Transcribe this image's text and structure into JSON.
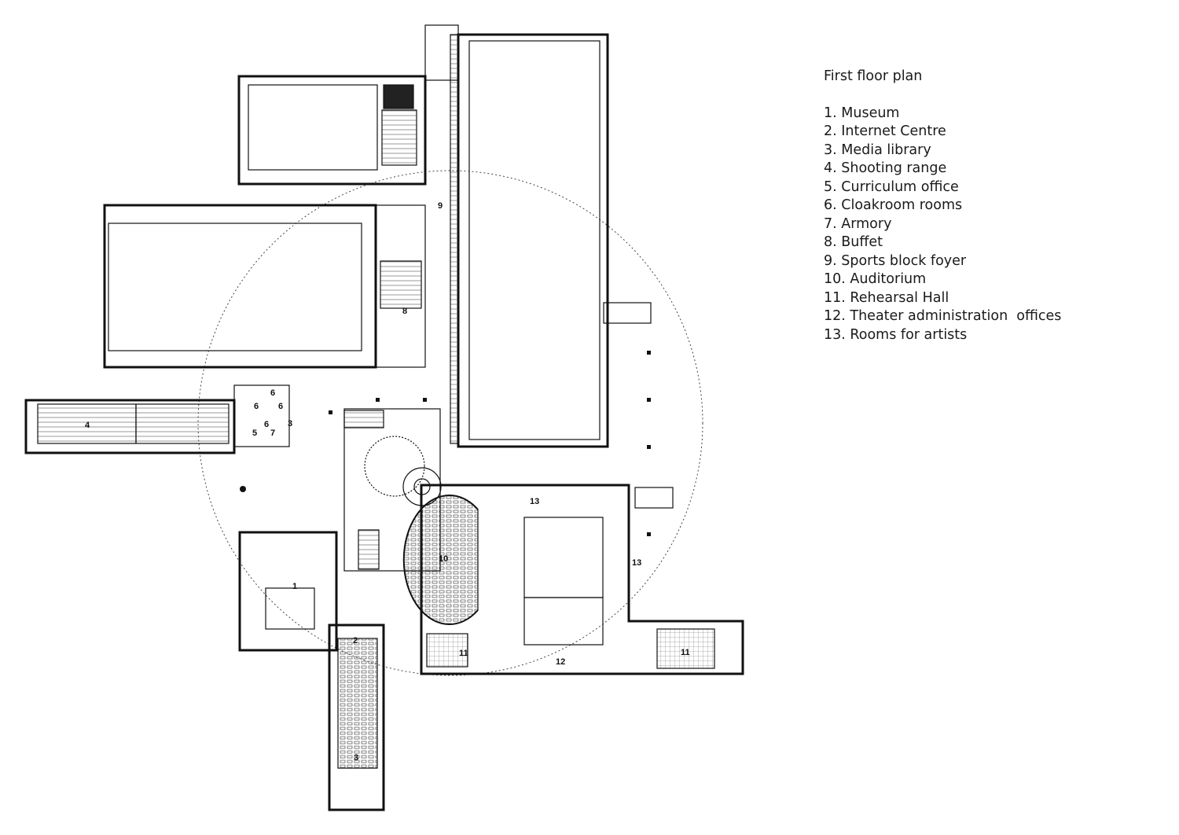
{
  "legend": {
    "title": "First floor plan",
    "items": [
      "1. Museum",
      "2. Internet Centre",
      "3. Media library",
      "4. Shooting range",
      "5. Curriculum office",
      "6. Cloakroom rooms",
      "7. Armory",
      "8. Buffet",
      "9. Sports block foyer",
      "10. Auditorium",
      "11. Rehearsal Hall",
      "12. Theater administration  offices",
      "13. Rooms for artists"
    ]
  },
  "plan_labels": {
    "museum": "1",
    "internet_centre": "2",
    "media_library": "3",
    "shooting_range": "4",
    "curriculum_office": "5",
    "cloakroom_a": "6",
    "cloakroom_b": "6",
    "cloakroom_c": "6",
    "cloakroom_d": "6",
    "armory": "7",
    "buffet": "8",
    "sports_foyer": "9",
    "auditorium": "10",
    "rehearsal_hall_a": "11",
    "rehearsal_hall_b": "11",
    "theater_admin": "12",
    "artists_rooms_a": "13",
    "artists_rooms_b": "13",
    "artists_rooms_c": "3"
  }
}
